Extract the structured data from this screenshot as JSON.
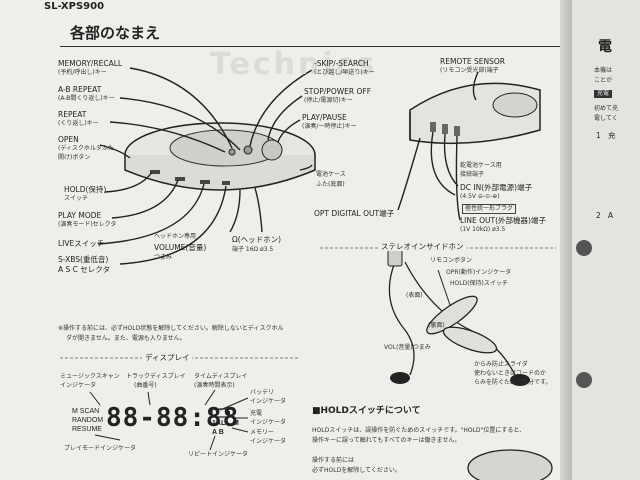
{
  "header": {
    "model": "SL-XPS900",
    "title": "各部のなまえ",
    "watermark": "Technics"
  },
  "player_labels": {
    "memory_recall": "MEMORY/RECALL",
    "memory_recall_sub": "(予約/呼出し)キー",
    "ab_repeat": "A-B REPEAT",
    "ab_repeat_sub": "(A-B間くり返し)キー",
    "repeat": "REPEAT",
    "repeat_sub": "(くり返し)キー",
    "open": "OPEN",
    "open_sub1": "(ディスクホルダふた",
    "open_sub2": "開け)ボタン",
    "hold": "HOLD(保持)",
    "hold_sub": "スイッチ",
    "play_mode": "PLAY MODE",
    "play_mode_sub": "(演奏モード)セレクタ",
    "live": "LIVEスイッチ",
    "sxbs": "S-XBS(重低音)",
    "sxbs_sub": "A S C セレクタ",
    "skip_search": "-SKIP/-SEARCH",
    "skip_search_sub": "(とび越し/早送り)キー",
    "stop_power": "STOP/POWER OFF",
    "stop_power_sub": "(停止/電源切)キー",
    "play_pause": "PLAY/PAUSE",
    "play_pause_sub": "(演奏/一時停止)キー",
    "battery_case": "電池ケース",
    "battery_case_sub": "ふた(底面)",
    "volume": "VOLUME(音量)",
    "volume_pre": "ヘッドホン専用",
    "volume_sub": "つまみ",
    "headphone": "Ω(ヘッドホン)",
    "headphone_sub": "端子 16Ω ø3.5",
    "remote_sensor": "REMOTE SENSOR",
    "remote_sensor_sub": "(リモコン受光部)端子",
    "dry_battery": "乾電池ケース用",
    "dry_battery_sub": "接続端子",
    "dc_in": "DC IN(外部電源)端子",
    "dc_in_sub": "(4.5V ⊖-⊙-⊕)",
    "remote_pin": "極性統一形プラグ",
    "line_out": "LINE OUT(外部機器)端子",
    "line_out_sub": "(1V 10kΩ) ø3.5",
    "opt_out": "OPT DIGITAL OUT端子"
  },
  "remote_section": {
    "title": "ステレオインサイドホン",
    "remote_button": "リモコンボタン",
    "opr_indicator": "OPR(動作)インジケータ",
    "hold_switch": "HOLD(保持)スイッチ",
    "front": "(表面)",
    "back": "(裏面)",
    "vol": "VOL(音量)つまみ",
    "slider": "からみ防止スライダ",
    "slider_sub1": "使わないときはコードのか",
    "slider_sub2": "らみを防ぐための部分です。"
  },
  "note": {
    "line1": "※操作する前には、必ずHOLD状態を解除してください。解除しないとディスクホル",
    "line2": "ダが開きません。また、電源も入りません。"
  },
  "display_section": {
    "title": "ディスプレイ",
    "music_scan": "ミュージックスキャン",
    "music_scan_sub": "インジケータ",
    "track": "トラックディスプレイ",
    "track_sub": "(曲番号)",
    "time": "タイムディスプレイ",
    "time_sub": "(演奏時間表示)",
    "battery": "バッテリ",
    "battery_sub": "インジケータ",
    "charge": "充電",
    "charge_sub": "インジケータ",
    "memory": "メモリー",
    "memory_sub": "インジケータ",
    "play_mode_ind": "プレイモードインジケータ",
    "repeat_ind": "リピートインジケータ",
    "lcd_left": "M SCAN",
    "lcd_random": "RANDOM",
    "lcd_resume": "RESUME",
    "lcd_digits": "88-88:88",
    "lcd_all": "1ALL",
    "lcd_ab": "A B",
    "lcd_m": "M"
  },
  "hold_section": {
    "title": "■HOLDスイッチについて",
    "line1": "HOLDスイッチは、誤操作を防ぐためのスイッチです。\"HOLD\"位置にすると、",
    "line2": "操作キーに誤って触れてもすべてのキーは働きません。",
    "line3": "操作する前には",
    "line4": "必ずHOLDを解除してください。"
  },
  "page2": {
    "heading": "電",
    "line1": "本機は",
    "line2": "ことが",
    "badge": "充電",
    "line3": "初めて充",
    "line4": "電してく",
    "num1": "1",
    "num1_text": "充",
    "num2": "2",
    "num2_text": "A"
  }
}
